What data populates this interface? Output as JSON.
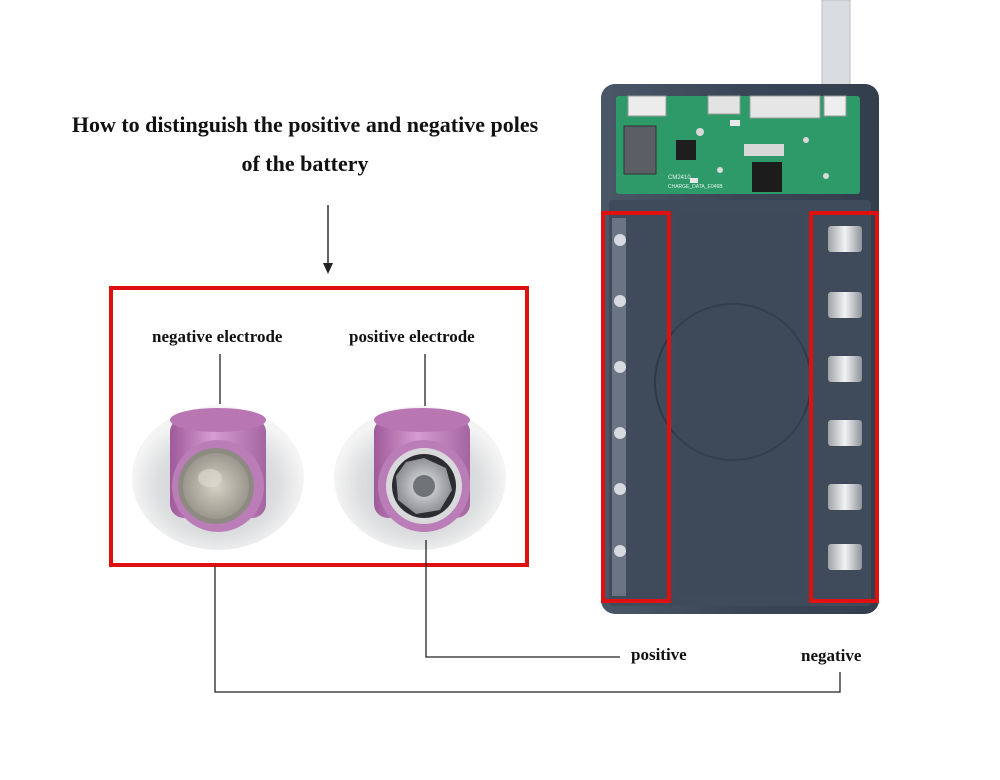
{
  "title": {
    "line1": "How to distinguish the positive and negative poles",
    "line2": "of the battery"
  },
  "cells": {
    "negative_label": "negative electrode",
    "positive_label": "positive electrode"
  },
  "board_text": {
    "chip_label": "CM2410",
    "board_sub": "CHARGE_DATA_E046B"
  },
  "terminals": {
    "positive_label": "positive",
    "negative_label": "negative"
  },
  "colors": {
    "highlight": "#e01010",
    "cell_wrap": "#c77fc0",
    "case": "#3d4a5a",
    "pcb": "#2e9a6a"
  }
}
